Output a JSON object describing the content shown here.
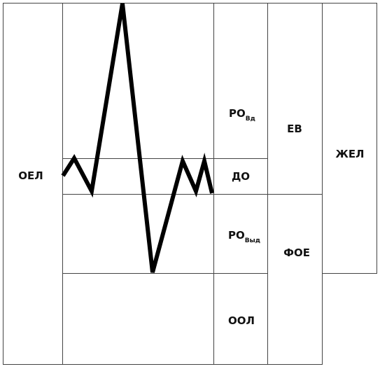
{
  "labels": {
    "oel": "ОЕЛ",
    "ro_vd": "РО",
    "ro_vd_sub": "Вд",
    "do": "ДО",
    "ro_vyd": "РО",
    "ro_vyd_sub": "Выд",
    "ool": "ООЛ",
    "ev": "ЕВ",
    "foe": "ФОЕ",
    "zhel": "ЖЕЛ"
  },
  "colors": {
    "line": "#000000",
    "grid": "#444444",
    "background": "#ffffff"
  }
}
